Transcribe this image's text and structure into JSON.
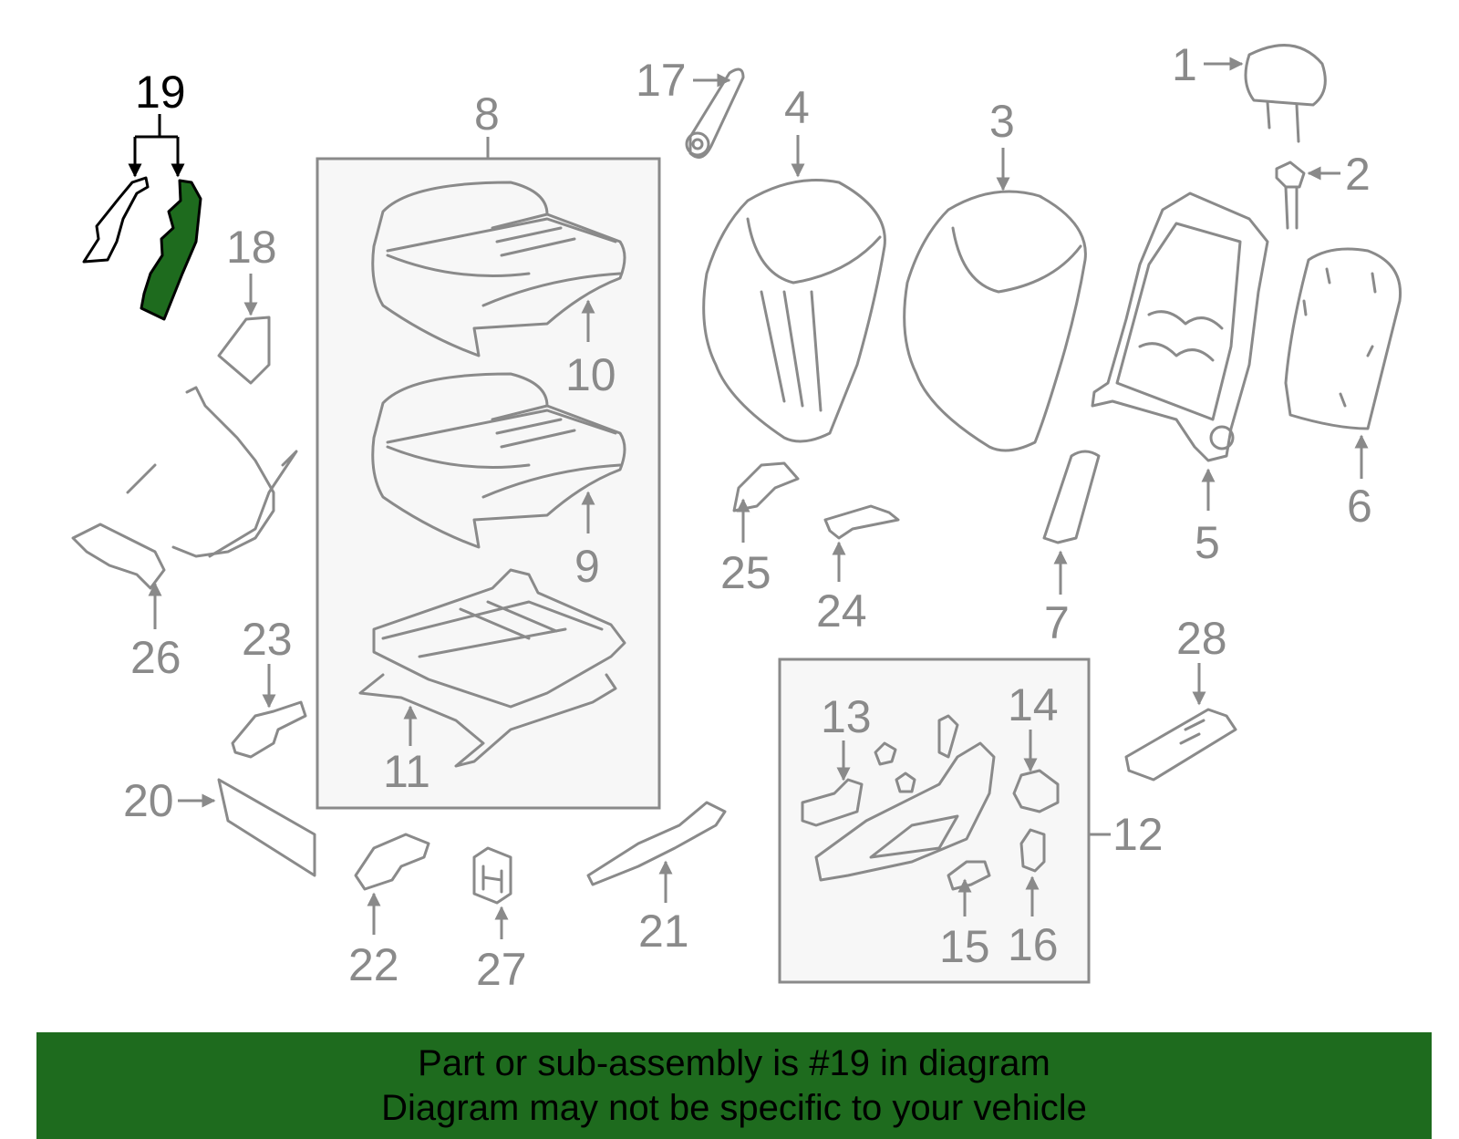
{
  "callouts": {
    "c1": "1",
    "c2": "2",
    "c3": "3",
    "c4": "4",
    "c5": "5",
    "c6": "6",
    "c7": "7",
    "c8": "8",
    "c9": "9",
    "c10": "10",
    "c11": "11",
    "c12": "12",
    "c13": "13",
    "c14": "14",
    "c15": "15",
    "c16": "16",
    "c17": "17",
    "c18": "18",
    "c19": "19",
    "c20": "20",
    "c21": "21",
    "c22": "22",
    "c23": "23",
    "c24": "24",
    "c25": "25",
    "c26": "26",
    "c27": "27",
    "c28": "28"
  },
  "highlighted_part": "19",
  "colors": {
    "highlight": "#1e6b1e",
    "parts": "#8a8a8a",
    "banner": "#1e6b1e"
  },
  "banner": {
    "line1": "Part or sub-assembly is #19 in diagram",
    "line2": "Diagram may not be specific to your vehicle"
  }
}
